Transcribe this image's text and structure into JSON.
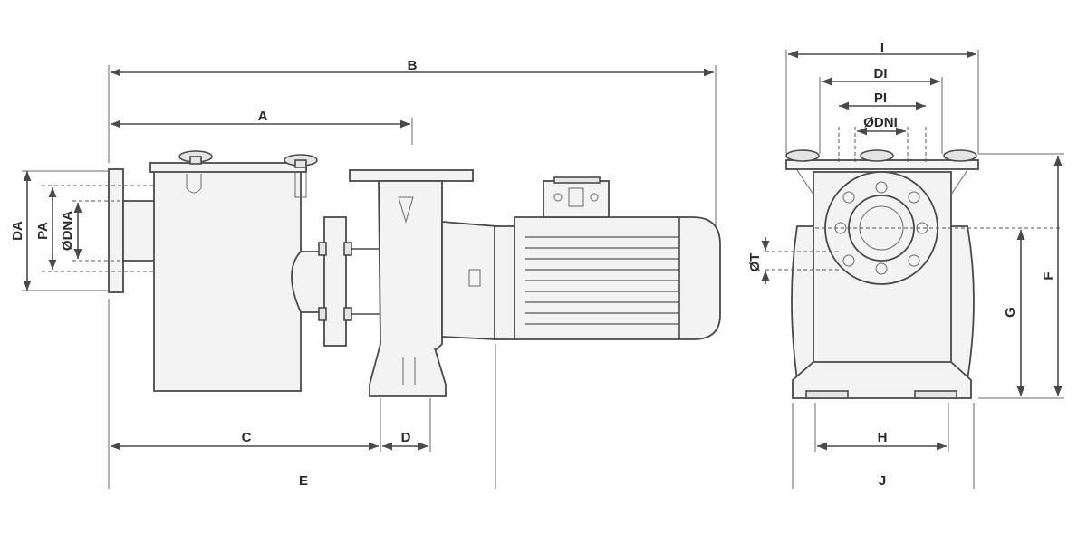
{
  "dimensions": {
    "A": "A",
    "B": "B",
    "C": "C",
    "D": "D",
    "E": "E",
    "DA": "DA",
    "PA": "PA",
    "DNA": "ØDNA",
    "I": "I",
    "DI": "DI",
    "PI": "PI",
    "DNI": "ØDNI",
    "T": "ØT",
    "F": "F",
    "G": "G",
    "H": "H",
    "J": "J"
  },
  "colors": {
    "line": "#4a4a4a",
    "fill": "#f3f3f3",
    "text": "#2a2a2a"
  }
}
